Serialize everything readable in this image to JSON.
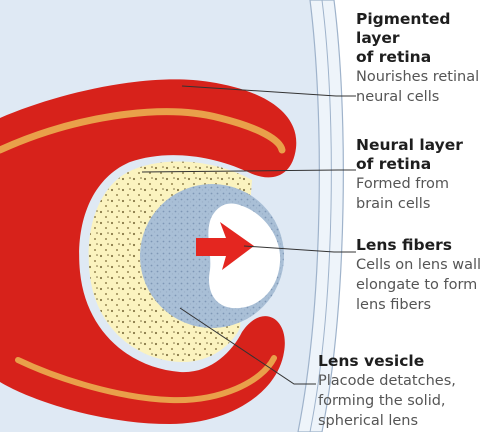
{
  "labels": {
    "pigmented": {
      "title_1": "Pigmented layer",
      "title_2": "of retina",
      "desc_1": "Nourishes retinal",
      "desc_2": "neural cells"
    },
    "neural": {
      "title_1": "Neural layer",
      "title_2": "of retina",
      "desc_1": "Formed from",
      "desc_2": "brain cells"
    },
    "fibers": {
      "title_1": "Lens fibers",
      "desc_1": "Cells on lens wall",
      "desc_2": "elongate to form",
      "desc_3": "lens fibers"
    },
    "vesicle": {
      "title_1": "Lens vesicle",
      "desc_1": "Placode detatches,",
      "desc_2": "forming the solid,",
      "desc_3": "spherical lens"
    }
  },
  "colors": {
    "background_tissue": "#dfe9f4",
    "pigmented_layer": "#d7221b",
    "neural_band": "#e9a04a",
    "neural_layer": "#fbf3bf",
    "lens_wall": "#a9bfd6",
    "lens_cavity": "#ffffff",
    "arrow": "#e42620",
    "leader_line": "#333333"
  }
}
